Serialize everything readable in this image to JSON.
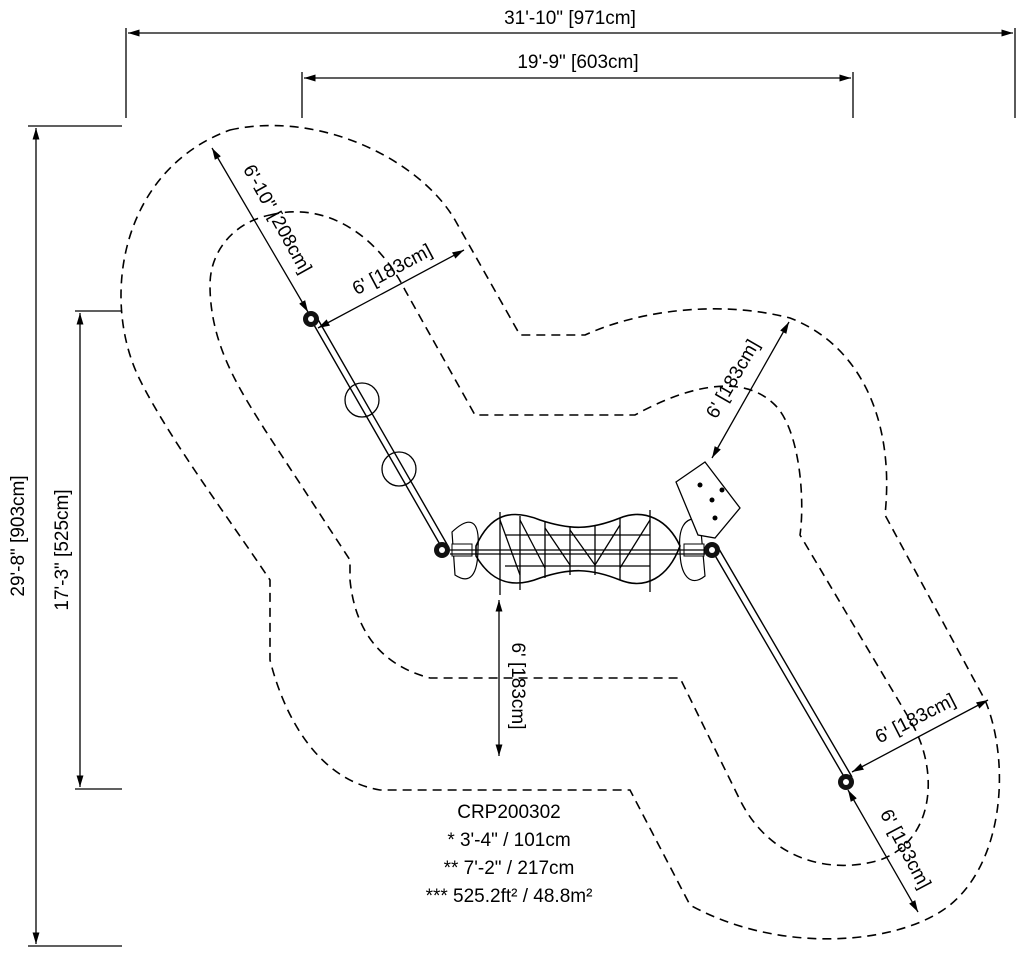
{
  "dimensions": {
    "overall_width": "31'-10\" [971cm]",
    "inner_width": "19'-9\" [603cm]",
    "overall_height": "29'-8\" [903cm]",
    "inner_height": "17'-3\" [525cm]",
    "top_left_arm": "6'-10\" [208cm]",
    "top_left_side": "6' [183cm]",
    "right_upper": "6' [183cm]",
    "center_down": "6' [183cm]",
    "bottom_right_side": "6' [183cm]",
    "bottom_right_arm": "6' [183cm]"
  },
  "product": {
    "code": "CRP200302",
    "spec1": "* 3'-4\" / 101cm",
    "spec2": "** 7'-2\" / 217cm",
    "spec3": "*** 525.2ft² / 48.8m²"
  }
}
